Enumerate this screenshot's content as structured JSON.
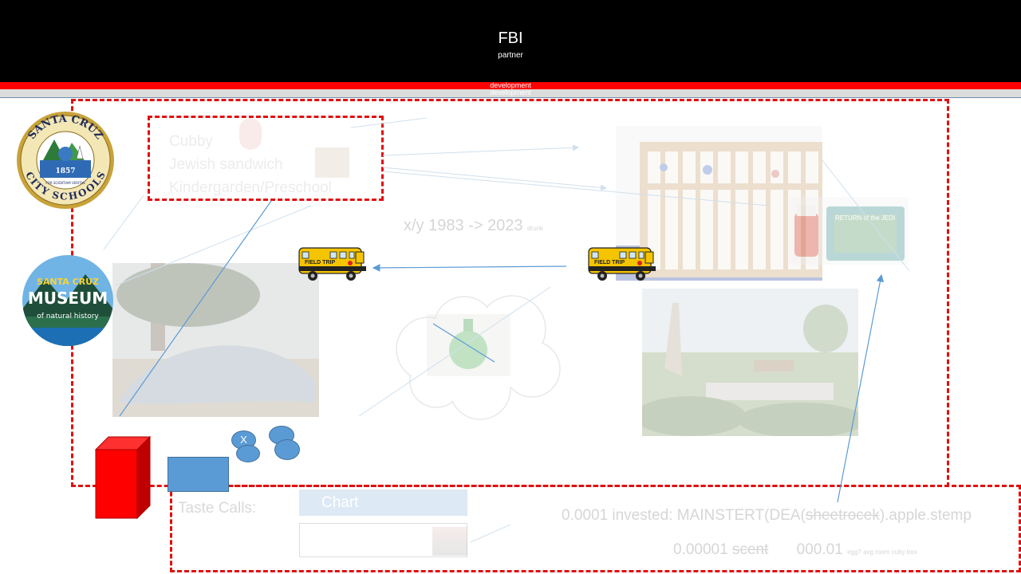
{
  "header": {
    "title": "FBI",
    "subtitle": "partner"
  },
  "bands": {
    "red_label": "development",
    "grey_label": "development"
  },
  "notes_box": {
    "lines": [
      "Cubby",
      "Jewish sandwich",
      "Kindergarden/Preschool"
    ]
  },
  "center_label": {
    "text": "x/y 1983 -> 2023",
    "small": "drunk"
  },
  "bus_sign": "FIELD TRIP",
  "logos": {
    "schools": {
      "top_text": "SANTA CRUZ",
      "bottom_text": "CITY SCHOOLS",
      "year": "1857",
      "motto": "FOR SCIENTIAM VERITAS"
    },
    "museum": {
      "line1": "SANTA CRUZ",
      "line2": "MUSEUM",
      "line3": "of natural history"
    }
  },
  "lunchbox_label": "RETURN of the JEDI",
  "circle_mark": "X",
  "bottom": {
    "taste_label": "Taste Calls:",
    "chart_button": "Chart",
    "invested_line": {
      "prefix": "0.0001 invested: MAINSTERT(DEA(",
      "strike": "sheetrocek",
      "suffix": ").apple.stemp"
    },
    "scent_line": {
      "value": "0.00001",
      "strike": "scent",
      "value2": "000.01",
      "small": "egg? avg room cuby box"
    }
  },
  "colors": {
    "header_bg": "#000000",
    "accent_red": "#ff0000",
    "dash_red": "#e01010",
    "connector_blue": "#5b9bd5",
    "faint_text": "#dcdcdc"
  }
}
